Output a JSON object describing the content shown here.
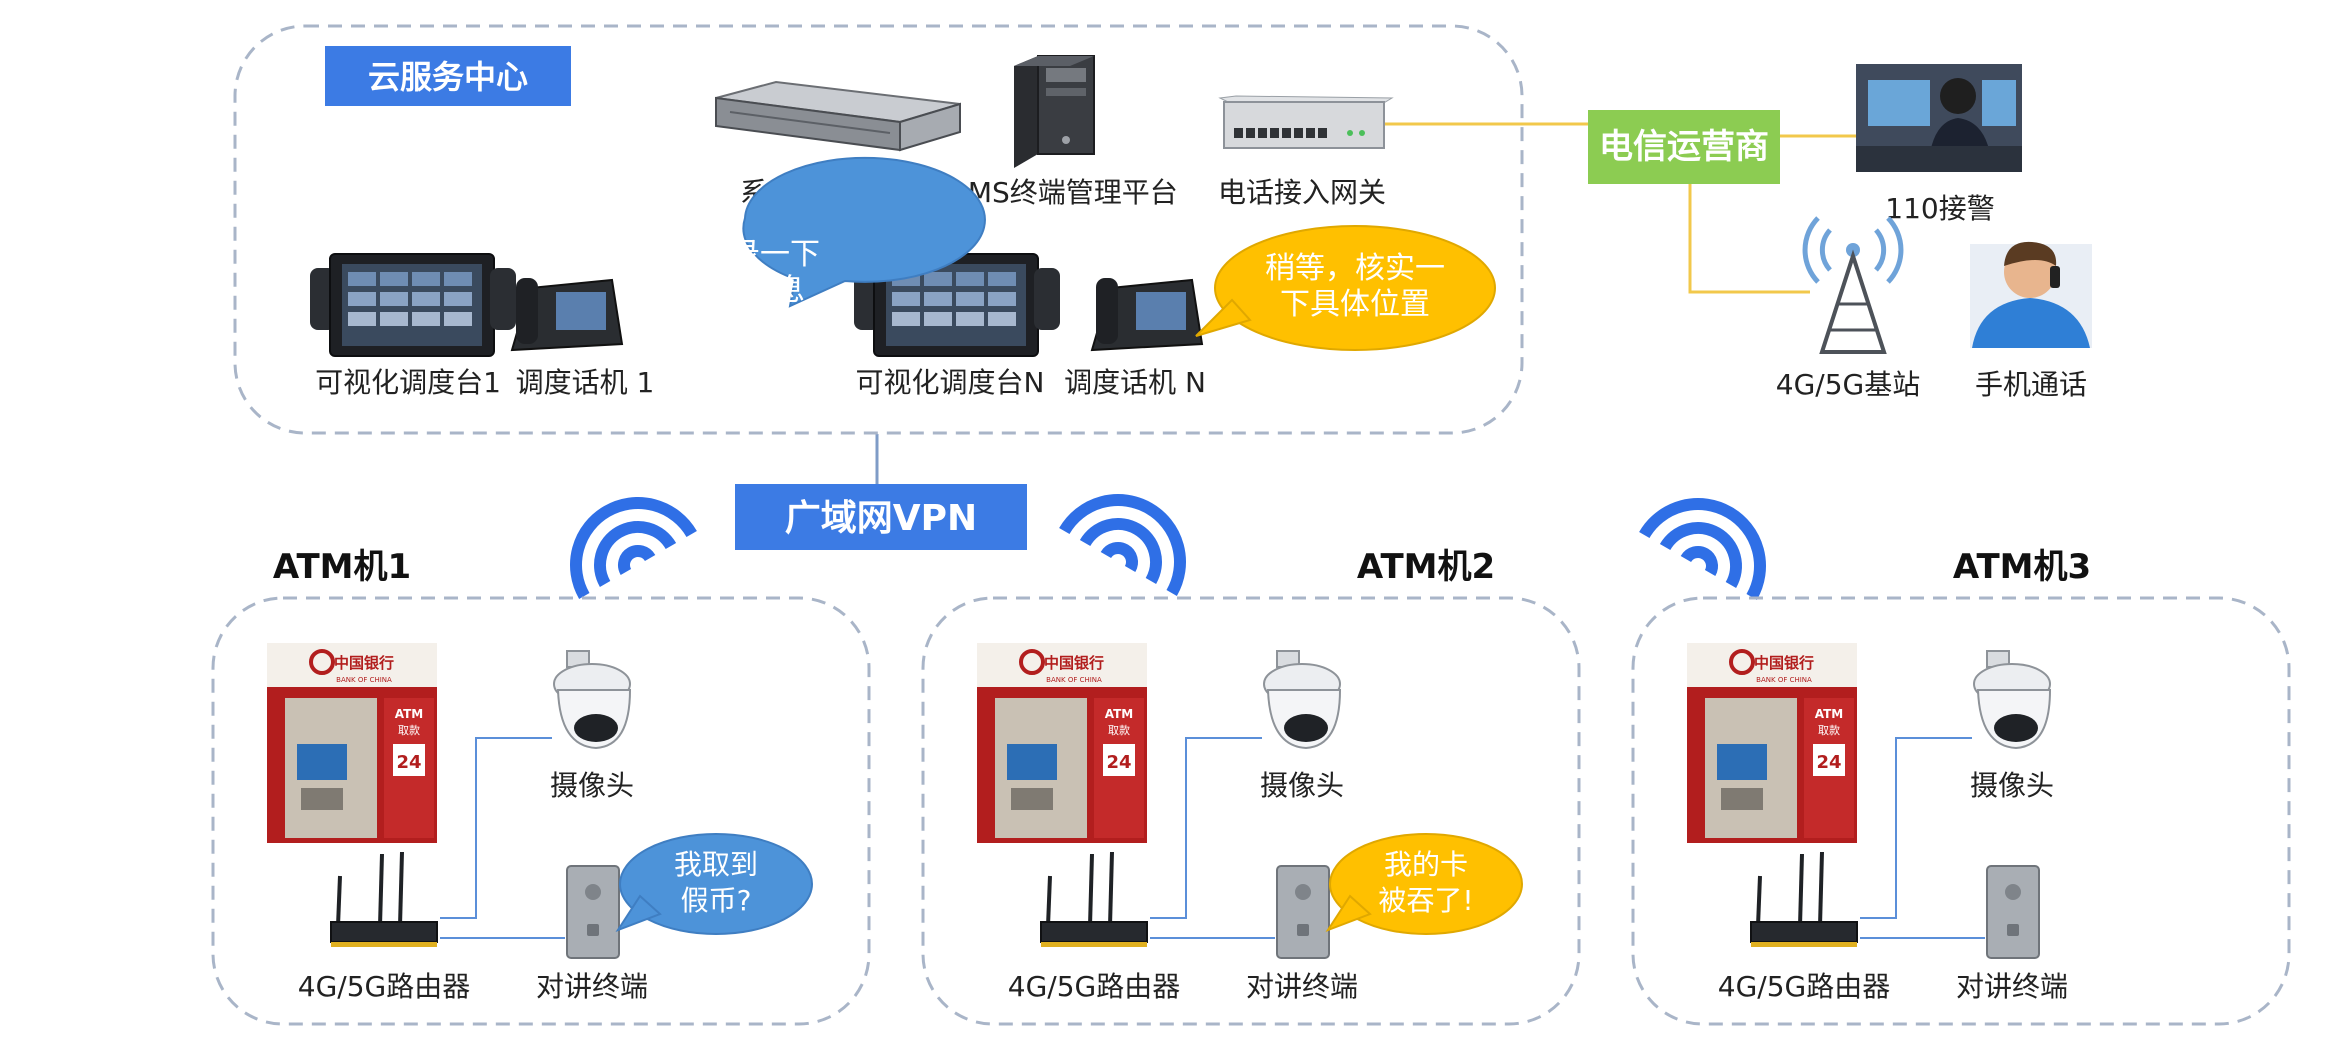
{
  "colors": {
    "dashed_border": "#a9b5c8",
    "title_blue": "#3c7be4",
    "green_box": "#8ccc52",
    "bubble_blue": "#4d93d9",
    "bubble_yellow": "#ffc000",
    "wifi_blue": "#2f6fe6",
    "line_yellow": "#f2c84b",
    "line_blue": "#5b8fd9",
    "line_gray": "#9aa0a6"
  },
  "cloud": {
    "title": "云服务中心",
    "server_label": "系统服务器",
    "fdms_label": "FDMS终端管理平台",
    "gateway_label": "电话接入网关",
    "console1_label": "可视化调度台1",
    "phone1_label": "调度话机 1",
    "consoleN_label": "可视化调度台N",
    "phoneN_label": "调度话机 N",
    "bubble1": [
      "我记录一下",
      "相关信息"
    ],
    "bubble2": [
      "稍等，核实一",
      "下具体位置"
    ]
  },
  "telecom": {
    "label": "电信运营商",
    "police_label": "110接警",
    "station_label": "4G/5G基站",
    "mobile_label": "手机通话"
  },
  "wan": {
    "label": "广域网VPN"
  },
  "atms": [
    {
      "title": "ATM机1",
      "camera_label": "摄像头",
      "router_label": "4G/5G路由器",
      "intercom_label": "对讲终端",
      "bubble": [
        "我取到",
        "假币?"
      ],
      "bubble_style": "blue"
    },
    {
      "title": "ATM机2",
      "camera_label": "摄像头",
      "router_label": "4G/5G路由器",
      "intercom_label": "对讲终端",
      "bubble": [
        "我的卡",
        "被吞了!"
      ],
      "bubble_style": "yellow"
    },
    {
      "title": "ATM机3",
      "camera_label": "摄像头",
      "router_label": "4G/5G路由器",
      "intercom_label": "对讲终端",
      "bubble": [],
      "bubble_style": "none"
    }
  ],
  "atm_sign": {
    "bank_cn": "中国银行",
    "bank_en": "BANK OF CHINA",
    "atm": "ATM",
    "qukuan": "取款",
    "hours": "24"
  }
}
